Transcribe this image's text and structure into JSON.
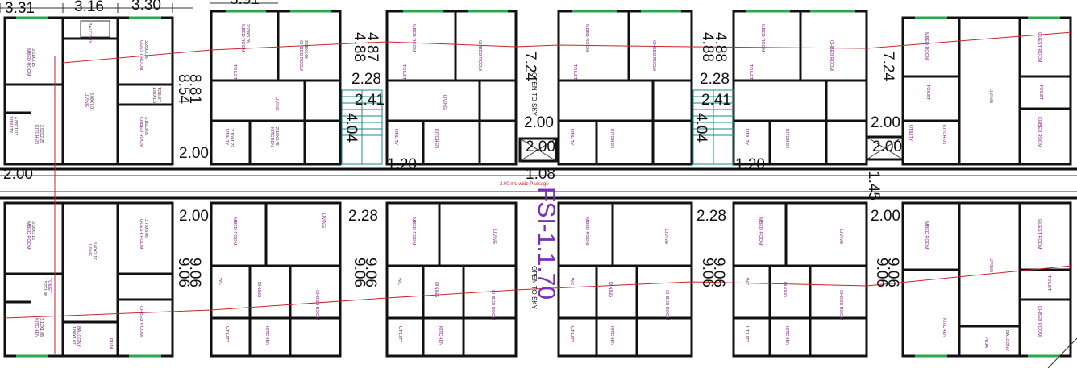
{
  "top_dims": [
    "3.31",
    "3.16",
    "3.30",
    "3.91"
  ],
  "between_dims": [
    "4.88",
    "4.87",
    "2.28",
    "2.41",
    "4.04",
    "7.24",
    "2.00",
    "1.20",
    "1.08",
    "1.45"
  ],
  "side_dims": [
    "8.81",
    "8.54",
    "9.06",
    "9.06"
  ],
  "passage_label": "2.00 mt. wide Passage",
  "center_label": "FSI-1.1.70",
  "open_to_sky": "OPEN TO SKY",
  "side_2_00": "2.00",
  "left_2_00": "2.00",
  "room_labels": {
    "mbed": "MBED ROOM",
    "guest": "GUEST ROOM",
    "living": "LIVING",
    "kitchen": "KITCHEN",
    "toilet": "TOILET",
    "utility": "UTILITY",
    "chbed": "CHBED ROOM",
    "balcony": "BALCONY",
    "puja": "PUJA",
    "wc": "WC",
    "dining": "DINING"
  },
  "room_sizes": {
    "mbed_tl": "3.51X3.15",
    "guest_tl": "3.26X3.36",
    "living_tl": "3.08X7.01",
    "kitchen_tl": "2.82X2.25",
    "utility_tl": "4.88X1.02",
    "chbed_tl": "3.16X3.05",
    "toilet_tl": "1.82X1.53",
    "mbed_u2": "2.79X3.78",
    "chbed_u2": "3.05X3.66",
    "kitchen_u2": "2.10X2.45",
    "utility_u2": "2.10X1.22",
    "mbed_b1": "3.68X3.16",
    "living_b1": "3.60X7.17",
    "guest_b1": "3.78X3.06",
    "kitchen_b1": "3.12X1.98",
    "toilet_b1": "1.52X1.98",
    "balcony_b1": "1.80X1.07"
  }
}
